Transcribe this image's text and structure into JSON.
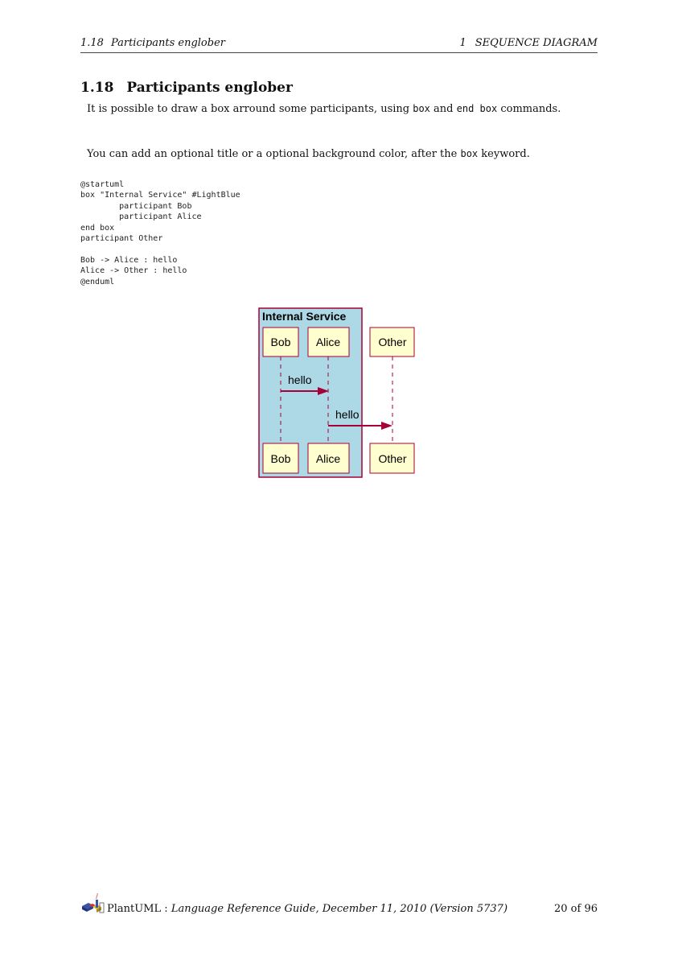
{
  "header": {
    "section_number": "1.18",
    "section_name": "Participants englober",
    "chapter_number": "1",
    "chapter_name": "SEQUENCE DIAGRAM"
  },
  "section": {
    "number": "1.18",
    "title": "Participants englober"
  },
  "paragraphs": [
    {
      "before": "It is possible to draw a box arround some participants, using ",
      "code1": "box",
      "middle": " and ",
      "code2": "end box",
      "after": " commands."
    },
    {
      "before": "You can add an optional title or a optional background color, after the ",
      "code1": "box",
      "after": " keyword."
    }
  ],
  "code_listing": "@startuml\nbox \"Internal Service\" #LightBlue\n        participant Bob\n        participant Alice\nend box\nparticipant Other\n\nBob -> Alice : hello\nAlice -> Other : hello\n@enduml",
  "diagram": {
    "box_title": "Internal Service",
    "box_color": "#ADD8E6",
    "border_color": "#A80036",
    "participant_fill": "#FEFECE",
    "participants": [
      "Bob",
      "Alice",
      "Other"
    ],
    "messages": [
      {
        "from": "Bob",
        "to": "Alice",
        "label": "hello"
      },
      {
        "from": "Alice",
        "to": "Other",
        "label": "hello"
      }
    ]
  },
  "footer": {
    "logo_icon": "plantuml-logo-icon",
    "product": "PlantUML",
    "separator": " : ",
    "guide_title": "Language Reference Guide, December 11, 2010 (Version 5737)",
    "page": "20 of 96"
  }
}
